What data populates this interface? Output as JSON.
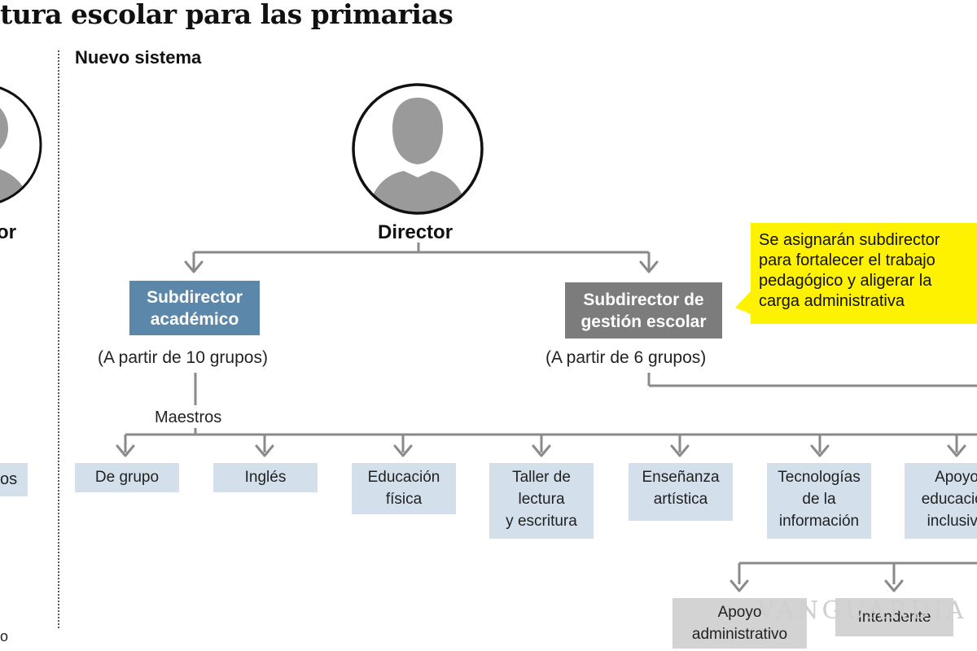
{
  "title": "tura escolar para las primarias",
  "subheading": "Nuevo sistema",
  "left_panel": {
    "role_fragment": "or",
    "box_fragment": "os",
    "footer_fragment": "o"
  },
  "director": {
    "label": "Director"
  },
  "subdirectors": [
    {
      "label": "Subdirector académico",
      "condition": "(A partir de 10 grupos)",
      "color": "#5b87aa"
    },
    {
      "label": "Subdirector de gestión escolar",
      "condition": "(A partir de 6 grupos)",
      "color": "#7c7c7c"
    }
  ],
  "callout": {
    "lines": [
      "Se asignarán subdirector",
      "para fortalecer el trabajo",
      "pedagógico y aligerar la",
      "carga administrativa"
    ],
    "color": "#fff200"
  },
  "teachers": {
    "label": "Maestros",
    "items": [
      {
        "lines": [
          "De grupo"
        ]
      },
      {
        "lines": [
          "Inglés"
        ]
      },
      {
        "lines": [
          "Educación",
          "física"
        ]
      },
      {
        "lines": [
          "Taller de",
          "lectura",
          "y escritura"
        ]
      },
      {
        "lines": [
          "Enseñanza",
          "artística"
        ]
      },
      {
        "lines": [
          "Tecnologías",
          "de la",
          "información"
        ]
      },
      {
        "lines": [
          "Apoyo",
          "educación",
          "inclusiva"
        ]
      }
    ]
  },
  "staff": {
    "items": [
      {
        "lines": [
          "Apoyo",
          "administrativo"
        ]
      },
      {
        "lines": [
          "Intendente"
        ]
      }
    ]
  },
  "watermark": "VANGUARDIA",
  "colors": {
    "teacher_box": "#d3dfea",
    "staff_box": "#d3d3d3",
    "connector": "#8a8a8a"
  }
}
